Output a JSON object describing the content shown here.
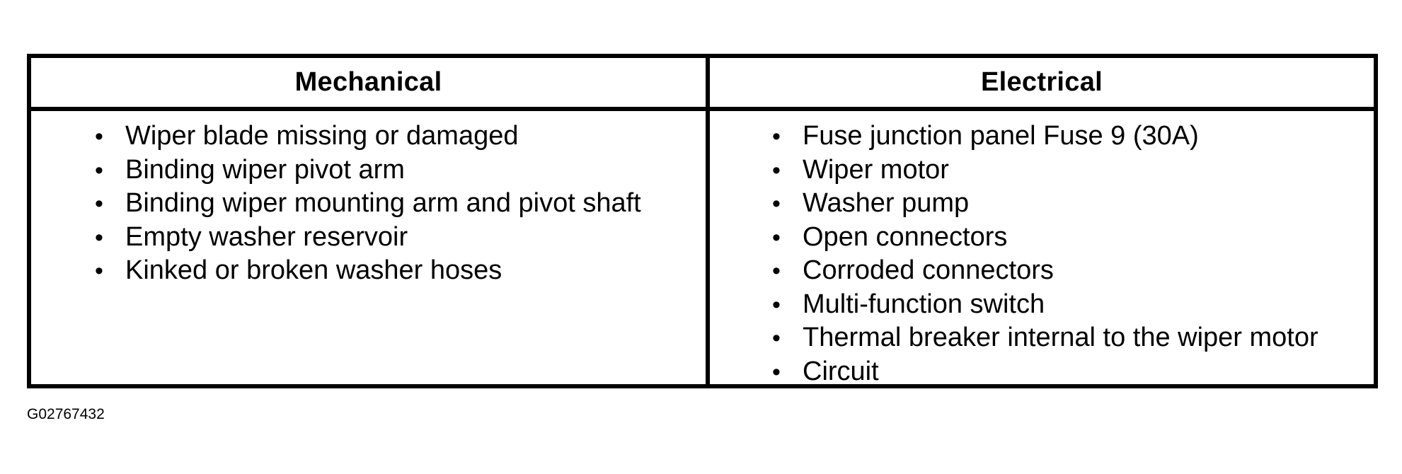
{
  "table": {
    "columns": [
      {
        "header": "Mechanical",
        "items": [
          "Wiper blade missing or damaged",
          "Binding wiper pivot arm",
          "Binding wiper mounting arm and pivot shaft",
          "Empty washer reservoir",
          "Kinked or broken washer hoses"
        ]
      },
      {
        "header": "Electrical",
        "items": [
          "Fuse junction panel Fuse 9 (30A)",
          "Wiper motor",
          "Washer pump",
          "Open connectors",
          "Corroded connectors",
          "Multi-function switch",
          "Thermal breaker internal to the wiper motor",
          "Circuit"
        ]
      }
    ],
    "bullet_glyph": "•"
  },
  "figure_id": "G02767432"
}
